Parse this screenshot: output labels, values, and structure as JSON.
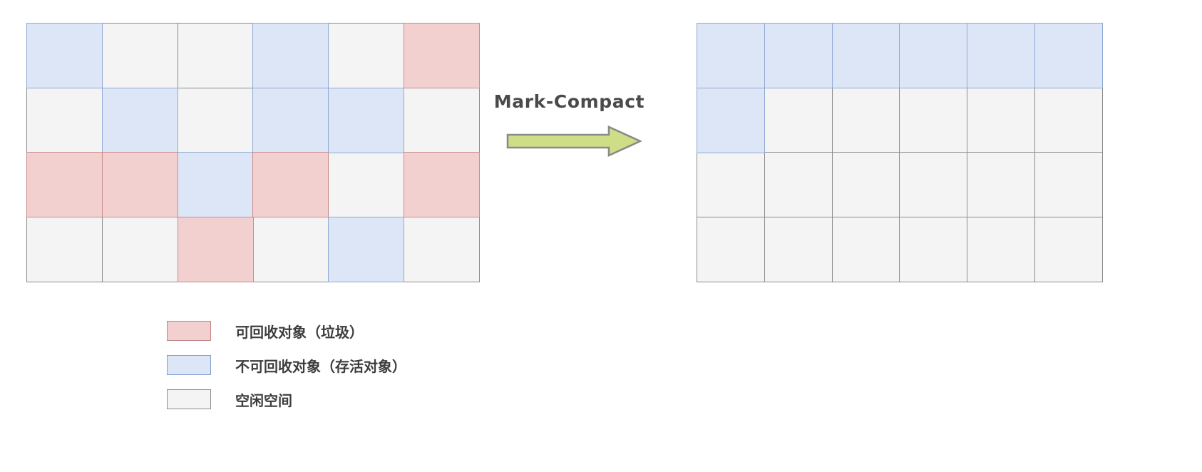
{
  "diagram": {
    "title_text": "Mark-Compact",
    "colors": {
      "garbage_fill": "#f2d0d0",
      "garbage_stroke": "#c98b8b",
      "live_fill": "#dde6f7",
      "live_stroke": "#8fa9d4",
      "free_fill": "#f4f4f4",
      "free_stroke": "#8c8c8c",
      "arrow_fill": "#cede87",
      "arrow_stroke": "#8a8a8a",
      "text": "#3d3d3d",
      "background": "#ffffff"
    },
    "arrow": {
      "name": "mark-compact-arrow",
      "direction": "right"
    },
    "grid_before": {
      "name": "heap-before-compaction",
      "columns": 6,
      "rows": 4,
      "cells": [
        [
          "live",
          "free",
          "free",
          "live",
          "free",
          "garbage"
        ],
        [
          "free",
          "live",
          "free",
          "live",
          "live",
          "free"
        ],
        [
          "garbage",
          "garbage",
          "live",
          "garbage",
          "free",
          "garbage"
        ],
        [
          "free",
          "free",
          "garbage",
          "free",
          "live",
          "free"
        ]
      ]
    },
    "grid_after": {
      "name": "heap-after-compaction",
      "columns": 6,
      "rows": 4,
      "cells": [
        [
          "live",
          "live",
          "live",
          "live",
          "live",
          "live"
        ],
        [
          "live",
          "free",
          "free",
          "free",
          "free",
          "free"
        ],
        [
          "free",
          "free",
          "free",
          "free",
          "free",
          "free"
        ],
        [
          "free",
          "free",
          "free",
          "free",
          "free",
          "free"
        ]
      ]
    },
    "legend": {
      "items": [
        {
          "type": "garbage",
          "label": "可回收对象（垃圾）"
        },
        {
          "type": "live",
          "label": "不可回收对象（存活对象）"
        },
        {
          "type": "free",
          "label": "空闲空间"
        }
      ]
    }
  }
}
